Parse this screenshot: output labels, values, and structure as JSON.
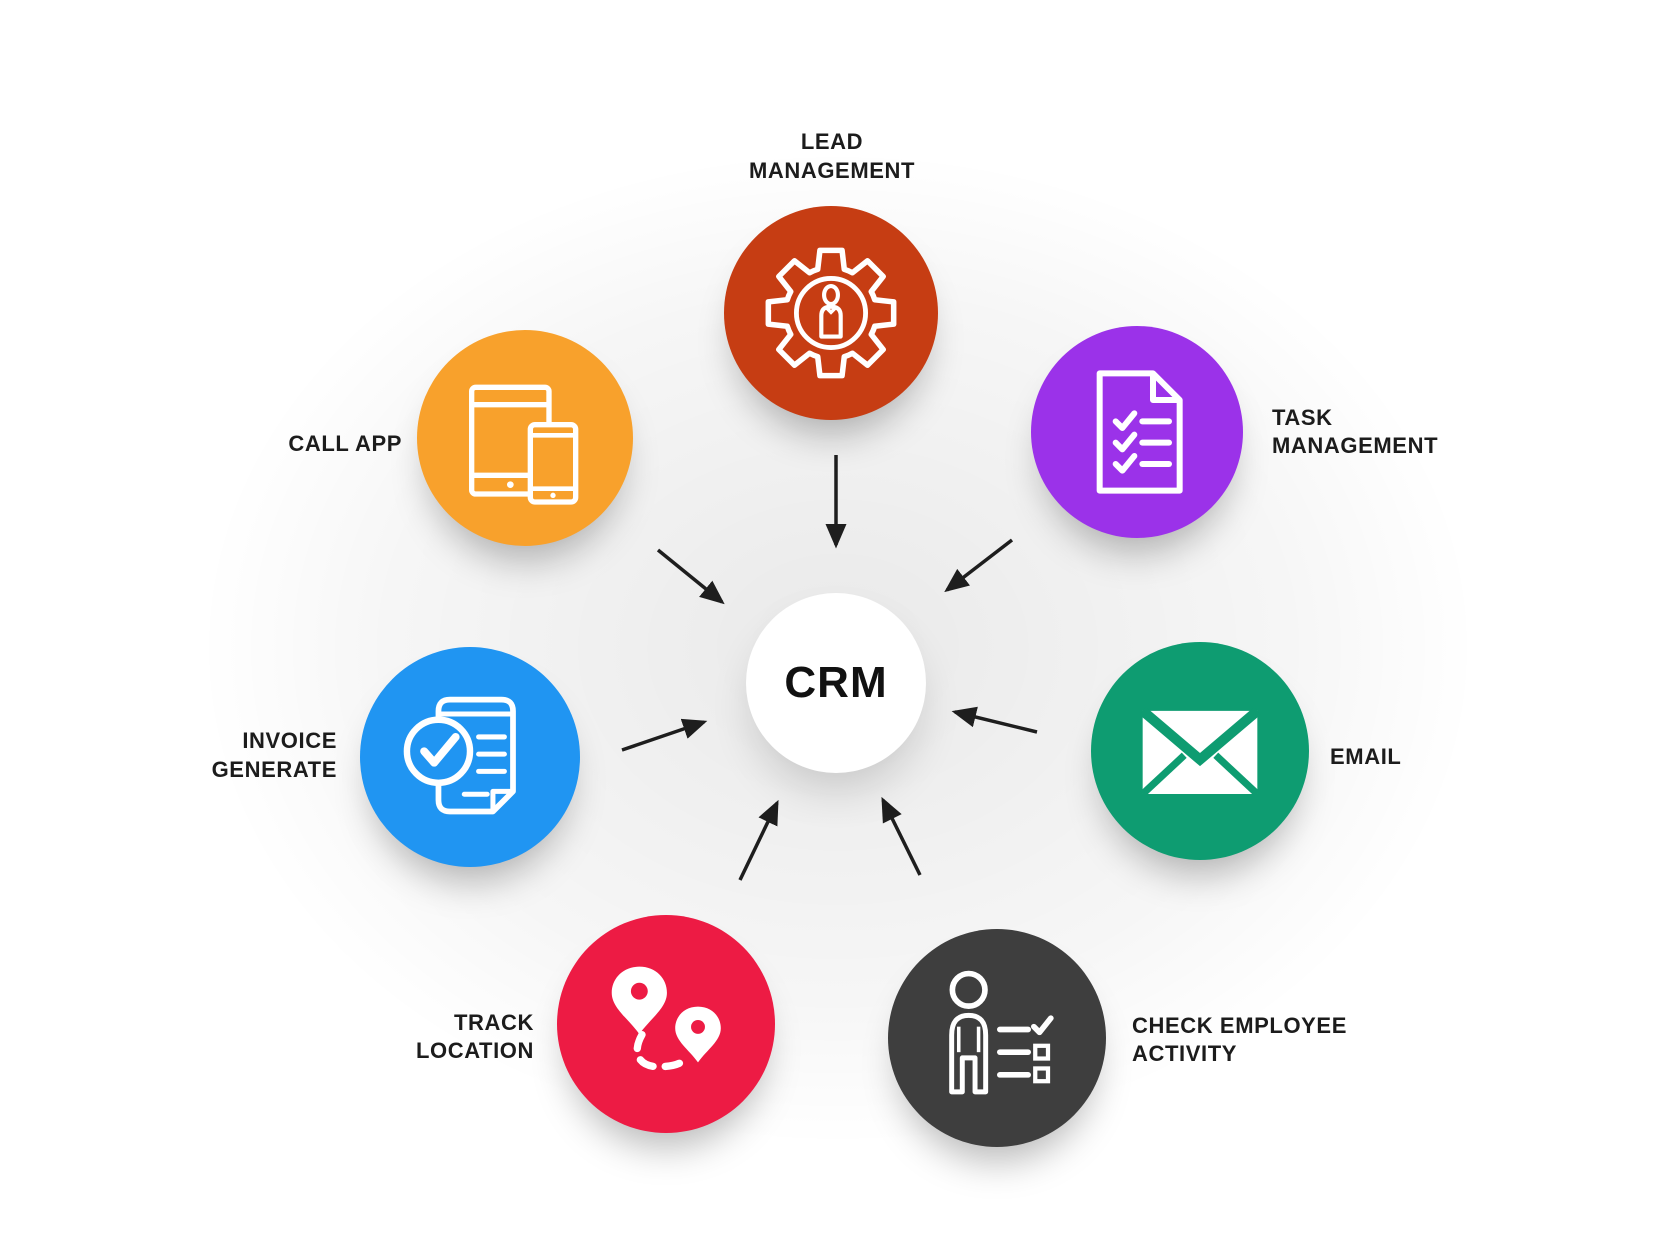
{
  "diagram": {
    "background": "#ffffff",
    "arrow_color": "#1e1e1e",
    "center": {
      "label": "CRM",
      "color": "#ffffff",
      "text_color": "#111111"
    },
    "nodes": [
      {
        "id": "lead-management",
        "lines": [
          "LEAD",
          "MANAGEMENT"
        ],
        "color": "#C63D13",
        "icon": "gear-person-icon"
      },
      {
        "id": "call-app",
        "lines": [
          "CALL APP"
        ],
        "color": "#F8A12C",
        "icon": "tablet-phone-icon"
      },
      {
        "id": "task-management",
        "lines": [
          "TASK",
          "MANAGEMENT"
        ],
        "color": "#9B32E9",
        "icon": "checklist-document-icon"
      },
      {
        "id": "invoice-generate",
        "lines": [
          "INVOICE",
          "GENERATE"
        ],
        "color": "#2095F2",
        "icon": "invoice-check-icon"
      },
      {
        "id": "email",
        "lines": [
          "EMAIL"
        ],
        "color": "#0E9C71",
        "icon": "envelope-icon"
      },
      {
        "id": "track-location",
        "lines": [
          "TRACK",
          "LOCATION"
        ],
        "color": "#ED1B44",
        "icon": "map-pins-route-icon"
      },
      {
        "id": "check-employee-activity",
        "lines": [
          "CHECK EMPLOYEE",
          "ACTIVITY"
        ],
        "color": "#3E3E3E",
        "icon": "person-checklist-icon"
      }
    ]
  }
}
